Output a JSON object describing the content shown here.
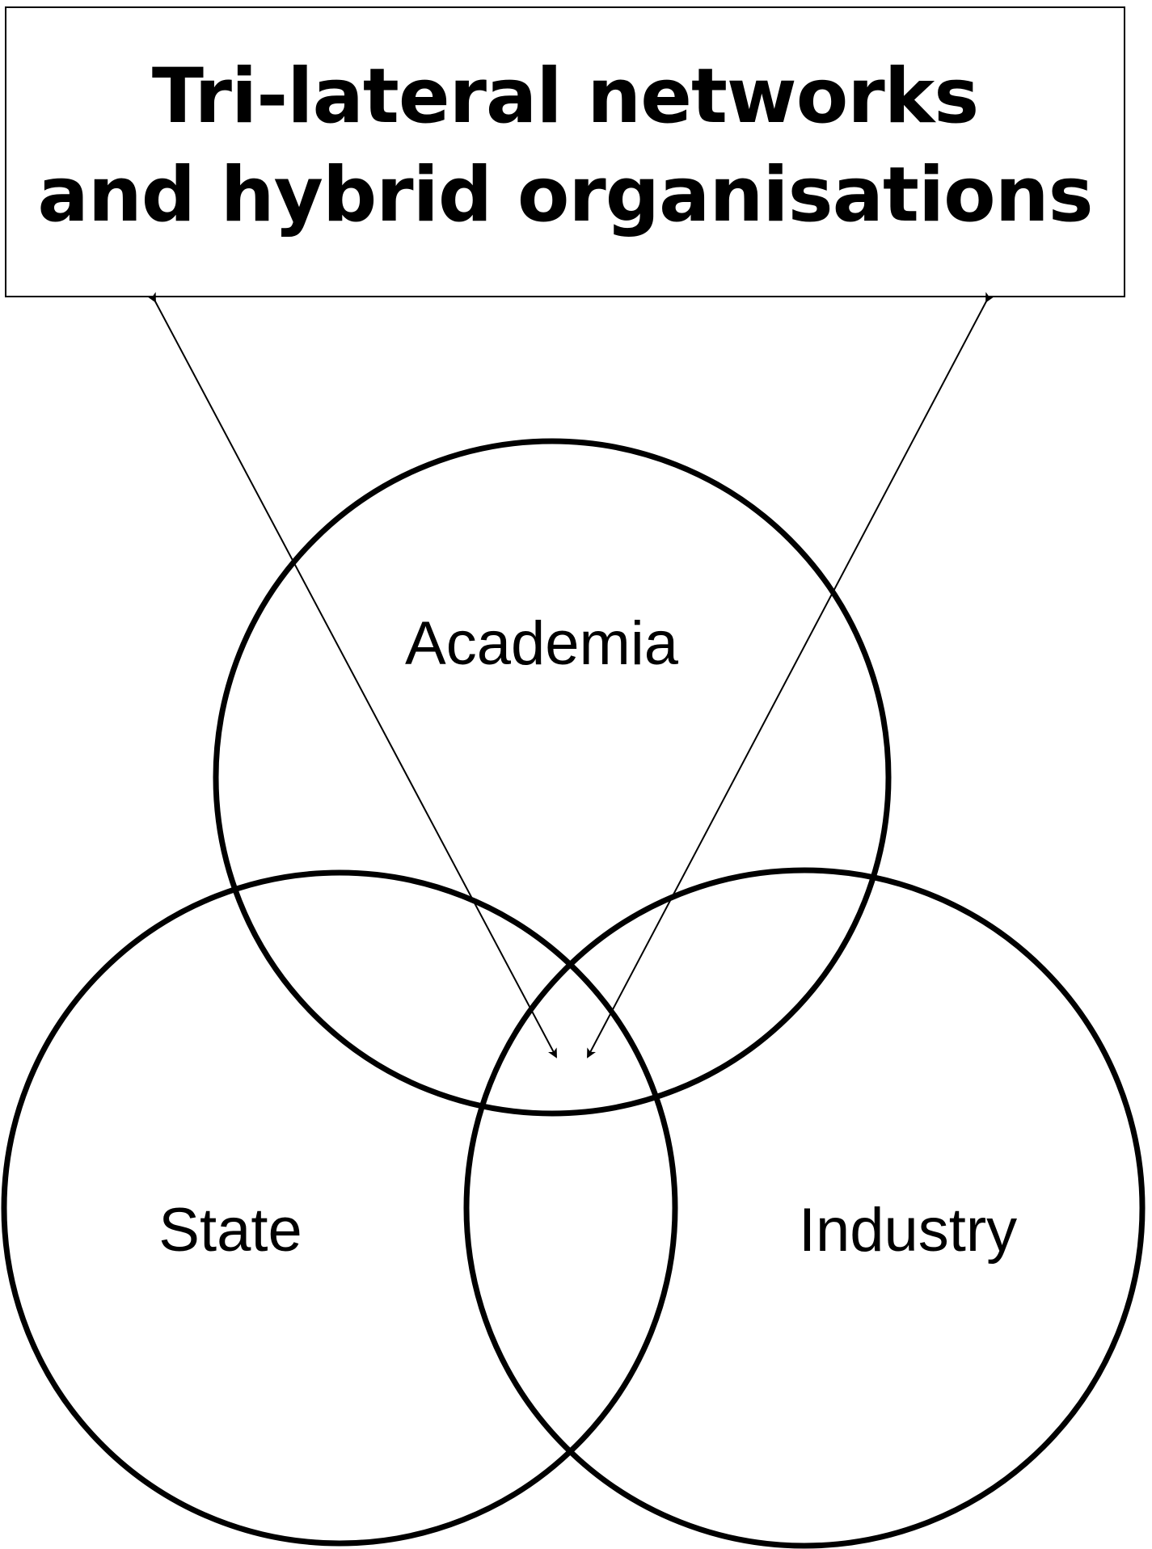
{
  "title": {
    "line1": "Tri-lateral networks",
    "line2": "and hybrid organisations"
  },
  "circles": {
    "academia": "Academia",
    "state": "State",
    "industry": "Industry"
  },
  "colors": {
    "stroke": "#000000",
    "background": "#ffffff"
  }
}
